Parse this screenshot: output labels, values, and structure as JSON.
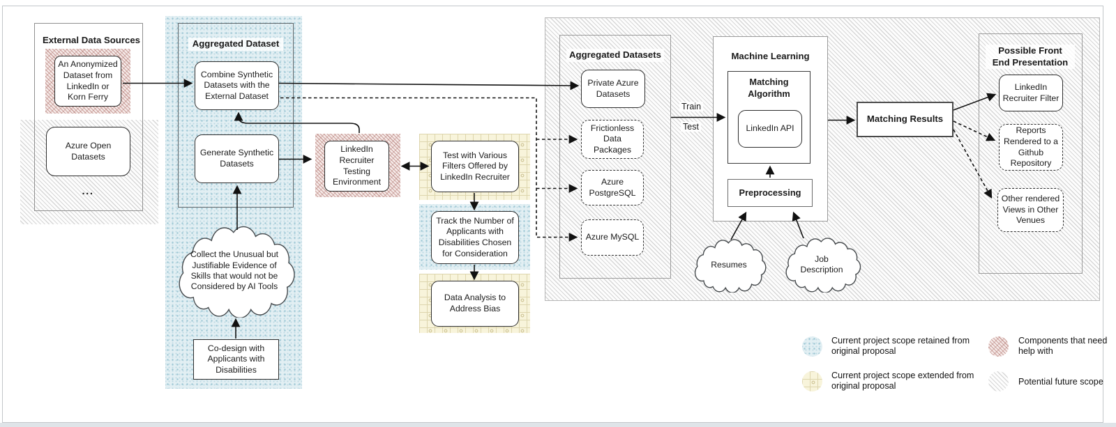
{
  "diagram": {
    "groups": {
      "external": {
        "title": "External Data Sources"
      },
      "aggregated_dataset": {
        "title": "Aggregated Dataset"
      },
      "aggregated_datasets": {
        "title": "Aggregated Datasets"
      },
      "machine_learning": {
        "title": "Machine Learning"
      },
      "front_end": {
        "title": "Possible Front End Presentation"
      }
    },
    "nodes": {
      "anonymized": {
        "label": "An Anonymized Dataset from LinkedIn or Korn Ferry"
      },
      "azure_open": {
        "label": "Azure Open Datasets"
      },
      "ellipsis": {
        "label": "..."
      },
      "combine": {
        "label": "Combine Synthetic Datasets with the External Dataset"
      },
      "generate": {
        "label": "Generate Synthetic Datasets"
      },
      "collect_cloud": {
        "label": "Collect the Unusual but Justifiable Evidence of Skills that would not be Considered by AI Tools"
      },
      "codesign": {
        "label": "Co-design with Applicants with Disabilities"
      },
      "lrte": {
        "label": "LinkedIn Recruiter Testing Environment"
      },
      "test_filters": {
        "label": "Test with Various Filters Offered by LinkedIn Recruiter"
      },
      "track": {
        "label": "Track the Number of Applicants with Disabilities Chosen for Consideration"
      },
      "data_analysis": {
        "label": "Data Analysis to Address Bias"
      },
      "private_azure": {
        "label": "Private Azure Datasets"
      },
      "frictionless": {
        "label": "Frictionless Data Packages"
      },
      "postgres": {
        "label": "Azure PostgreSQL"
      },
      "mysql": {
        "label": "Azure MySQL"
      },
      "matching_algorithm": {
        "label": "Matching Algorithm"
      },
      "linkedin_api": {
        "label": "LinkedIn API"
      },
      "preprocessing": {
        "label": "Preprocessing"
      },
      "resumes": {
        "label": "Resumes"
      },
      "job_description": {
        "label": "Job Description"
      },
      "matching_results": {
        "label": "Matching Results"
      },
      "li_filter": {
        "label": "LinkedIn Recruiter Filter"
      },
      "reports": {
        "label": "Reports Rendered to a Github Repository"
      },
      "other_views": {
        "label": "Other rendered Views in Other Venues"
      }
    },
    "edge_labels": {
      "train": "Train",
      "test": "Test"
    },
    "legend": [
      {
        "swatch": "blue-dots",
        "label": "Current project scope retained from original proposal"
      },
      {
        "swatch": "yellow-grid",
        "label": "Current project scope extended from original proposal"
      },
      {
        "swatch": "red-hatch",
        "label": "Components that need help with"
      },
      {
        "swatch": "gray-hatch",
        "label": "Potential future scope"
      }
    ],
    "colors": {
      "blue_pattern": "#e2eff3",
      "yellow_pattern": "#f8f4db",
      "red_pattern": "#b0746e",
      "gray_pattern": "#d7d7d7",
      "line": "#1a1a1a"
    }
  }
}
